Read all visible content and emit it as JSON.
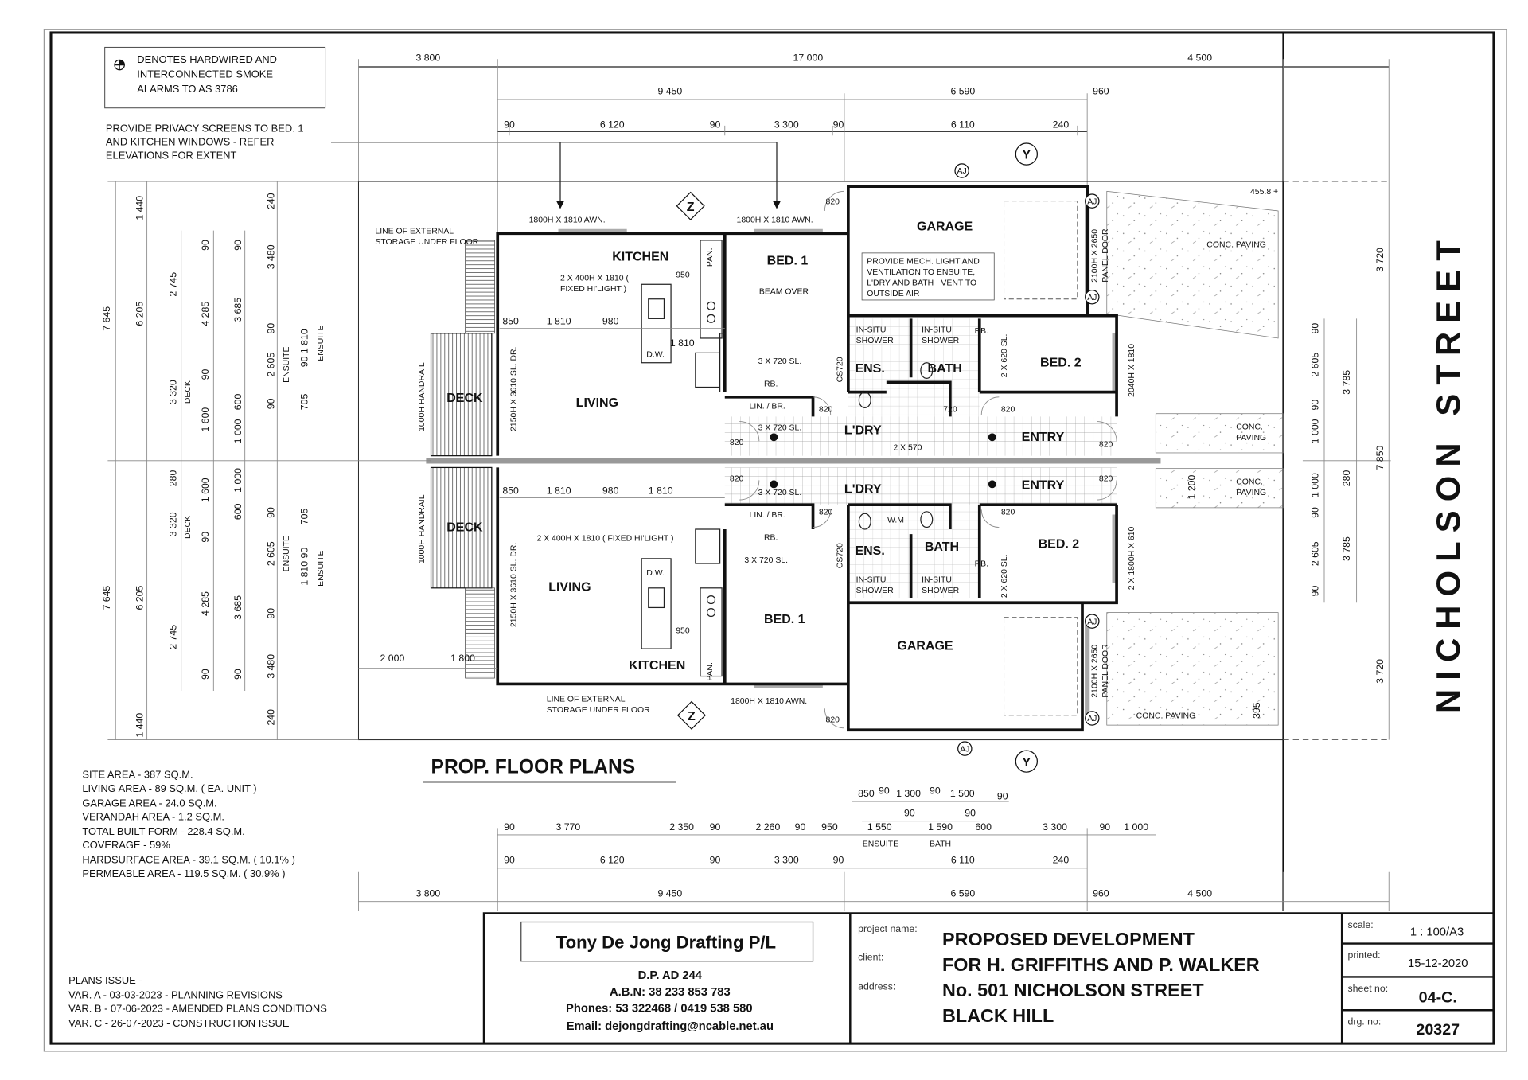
{
  "notes": {
    "smoke_legend": [
      "DENOTES HARDWIRED AND",
      "INTERCONNECTED SMOKE",
      "ALARMS TO AS 3786"
    ],
    "privacy": [
      "PROVIDE PRIVACY SCREENS TO BED. 1",
      "AND KITCHEN WINDOWS - REFER",
      "ELEVATIONS FOR EXTENT"
    ],
    "areas": [
      "SITE AREA - 387 SQ.M.",
      "LIVING AREA - 89 SQ.M. ( EA. UNIT )",
      "GARAGE AREA - 24.0 SQ.M.",
      "VERANDAH AREA - 1.2 SQ.M.",
      "TOTAL BUILT FORM - 228.4 SQ.M.",
      "COVERAGE - 59%",
      "HARDSURFACE AREA - 39.1 SQ.M. ( 10.1% )",
      "PERMEABLE AREA - 119.5 SQ.M. ( 30.9% )"
    ],
    "plans_issue": [
      "PLANS ISSUE -",
      "VAR. A - 03-03-2023 - PLANNING REVISIONS",
      "VAR. B - 07-06-2023 - AMENDED PLANS CONDITIONS",
      "VAR. C - 26-07-2023 - CONSTRUCTION ISSUE"
    ],
    "mech": [
      "PROVIDE MECH. LIGHT AND",
      "VENTILATION TO ENSUITE,",
      "L'DRY AND BATH - VENT TO",
      "OUTSIDE AIR"
    ],
    "storage_top": [
      "LINE OF EXTERNAL",
      "STORAGE UNDER FLOOR"
    ],
    "storage_bot": [
      "LINE OF EXTERNAL",
      "STORAGE UNDER FLOOR"
    ]
  },
  "plan": {
    "title": "PROP. FLOOR PLANS",
    "street": "NICHOLSON STREET",
    "level": "455.8 +",
    "rooms": {
      "kitchen": "KITCHEN",
      "bed1": "BED. 1",
      "garage": "GARAGE",
      "living": "LIVING",
      "deck": "DECK",
      "ens": "ENS.",
      "bath": "BATH",
      "bed2": "BED. 2",
      "ldry": "L'DRY",
      "entry": "ENTRY",
      "pan": "PAN.",
      "lin": "LIN. / BR.",
      "rb": "RB.",
      "insitu": "IN-SITU",
      "shower": "SHOWER",
      "dw": "D.W.",
      "wm": "W.M",
      "beam": "BEAM OVER",
      "paving": "CONC. PAVING",
      "conc": "CONC.",
      "paving2": "PAVING"
    },
    "labels": {
      "awn": "1800H X 1810 AWN.",
      "hilight": "2 X 400H X 1810 (",
      "hilight2": "FIXED HI'LIGHT )",
      "hilight_b": "2 X 400H X 1810 ( FIXED HI'LIGHT )",
      "sldr": "2150H X 3610 SL. DR.",
      "handrail": "1000H HANDRAIL",
      "sl720": "3 X 720 SL.",
      "sl620": "2 X 620 SL.",
      "panel": "2100H X 2650",
      "panel2": "PANEL DOOR",
      "w2040": "2040H X 1810",
      "w1800": "2 X 1800H X 610",
      "x570": "2 X 570",
      "cs720": "CS720",
      "d820": "820",
      "d720": "720",
      "d950": "950",
      "aj": "AJ",
      "y": "Y",
      "z": "Z"
    }
  },
  "dims": {
    "top1": [
      "3 800",
      "17 000",
      "4 500"
    ],
    "top2": [
      "9 450",
      "6 590",
      "960"
    ],
    "top3": [
      "90",
      "6 120",
      "90",
      "3 300",
      "90",
      "6 110",
      "240"
    ],
    "kit": [
      "850",
      "1 810",
      "980",
      "1 810"
    ],
    "kitb": [
      "850",
      "1 810",
      "980",
      "1 810"
    ],
    "deck": [
      "2 000",
      "1 800"
    ],
    "ba": [
      "850",
      "90",
      "1 300",
      "90",
      "1 500",
      "90"
    ],
    "bb": [
      "90",
      "90"
    ],
    "bc": [
      "90",
      "3 770",
      "2 350",
      "90",
      "2 260",
      "90",
      "950",
      "1 550",
      "1 590",
      "600",
      "3 300",
      "90",
      "1 000"
    ],
    "bc_sub": [
      "ENSUITE",
      "BATH"
    ],
    "bd": [
      "90",
      "6 120",
      "90",
      "3 300",
      "90",
      "6 110",
      "240"
    ],
    "be": [
      "3 800",
      "9 450",
      "6 590",
      "960",
      "4 500"
    ],
    "left": [
      "7 645",
      "1 440",
      "6 205",
      "2 745",
      "3 320",
      "DECK",
      "1 600",
      "90",
      "4 285",
      "90",
      "1 000",
      "600",
      "90",
      "3 685",
      "90",
      "2 605",
      "90",
      "705",
      "240",
      "3 480",
      "ENSUITE",
      "90 1 810",
      "ENSUITE"
    ],
    "left_b": [
      "7 645",
      "1 440",
      "6 205",
      "2 745",
      "3 320",
      "DECK",
      "1 600",
      "90",
      "4 285",
      "90",
      "1 000",
      "600",
      "90",
      "3 685",
      "90",
      "2 605",
      "90",
      "705",
      "240",
      "3 480",
      "ENSUITE",
      "1 810 90",
      "ENSUITE",
      "280"
    ],
    "right": [
      "3 720",
      "90",
      "2 605",
      "90",
      "1 000",
      "3 785",
      "7 850",
      "280",
      "1 000",
      "90",
      "2 605",
      "3 785",
      "90",
      "3 720",
      "1 200",
      "395"
    ]
  },
  "title_block": {
    "firm": "Tony De Jong Drafting P/L",
    "dp": "D.P. AD 244",
    "abn": "A.B.N: 38 233 853 783",
    "phones": "Phones: 53 322468 / 0419 538 580",
    "email": "Email: dejongdrafting@ncable.net.au",
    "project_label": "project name:",
    "client_label": "client:",
    "address_label": "address:",
    "project_lines": [
      "PROPOSED DEVELOPMENT",
      "FOR  H. GRIFFITHS AND P. WALKER",
      "No. 501  NICHOLSON STREET",
      "BLACK HILL"
    ],
    "scale_label": "scale:",
    "scale": "1 : 100/A3",
    "printed_label": "printed:",
    "printed": "15-12-2020",
    "sheet_label": "sheet no:",
    "sheet": "04-C.",
    "drg_label": "drg. no:",
    "drg": "20327"
  }
}
